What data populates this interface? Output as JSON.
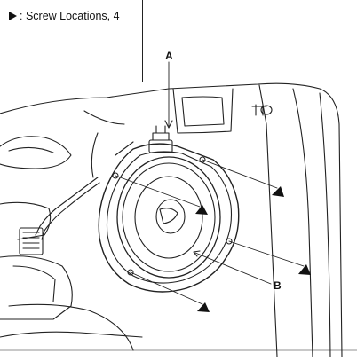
{
  "legend": {
    "text": ": Screw Locations, 4",
    "marker_icon": "triangle-pointer-icon",
    "screw_icon": "screw-icon"
  },
  "callouts": {
    "a": "A",
    "b": "B"
  }
}
